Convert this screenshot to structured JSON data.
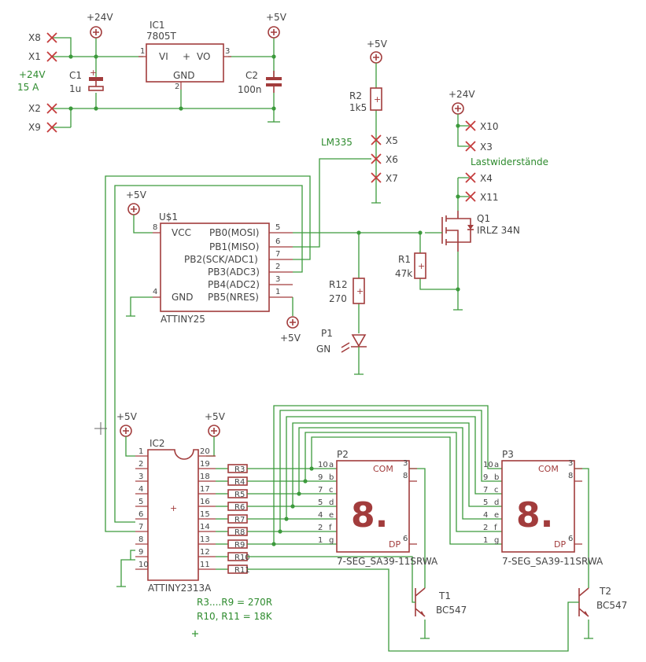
{
  "power": {
    "v24": "+24V",
    "v5": "+5V"
  },
  "supply": {
    "label_v": "+24V",
    "label_a": "15 A"
  },
  "connectors": {
    "x8": "X8",
    "x1": "X1",
    "x2": "X2",
    "x9": "X9",
    "x5": "X5",
    "x6": "X6",
    "x7": "X7",
    "x10": "X10",
    "x3": "X3",
    "x4": "X4",
    "x11": "X11"
  },
  "ic1": {
    "name": "IC1",
    "value": "7805T",
    "vi": "VI",
    "vo": "VO",
    "gnd": "GND",
    "plus": "+",
    "pin1": "1",
    "pin2": "2",
    "pin3": "3"
  },
  "c1": {
    "name": "C1",
    "value": "1u"
  },
  "c2": {
    "name": "C2",
    "value": "100n"
  },
  "r2": {
    "name": "R2",
    "value": "1k5"
  },
  "lm335": "LM335",
  "lastwiderstaende": "Lastwiderstände",
  "q1": {
    "name": "Q1",
    "value": "IRLZ 34N"
  },
  "r1": {
    "name": "R1",
    "value": "47k"
  },
  "r12": {
    "name": "R12",
    "value": "270"
  },
  "p1": {
    "name": "P1",
    "value": "GN"
  },
  "u1": {
    "name": "U$1",
    "part": "ATTINY25",
    "vcc": "VCC",
    "gnd": "GND",
    "pins_right": [
      "PB0(MOSI)",
      "PB1(MISO)",
      "PB2(SCK/ADC1)",
      "PB3(ADC3)",
      "PB4(ADC2)",
      "PB5(NRES)"
    ],
    "pinnums_right": [
      "5",
      "6",
      "7",
      "2",
      "3",
      "1"
    ],
    "pin_vcc": "8",
    "pin_gnd": "4"
  },
  "ic2": {
    "name": "IC2",
    "part": "ATTINY2313A",
    "left_pins": [
      "1",
      "2",
      "3",
      "4",
      "5",
      "6",
      "7",
      "8",
      "9",
      "10"
    ],
    "right_pins": [
      "20",
      "19",
      "18",
      "17",
      "16",
      "15",
      "14",
      "13",
      "12",
      "11"
    ],
    "plus": "+"
  },
  "resistors": [
    "R3",
    "R4",
    "R5",
    "R6",
    "R7",
    "R8",
    "R9",
    "R10",
    "R11"
  ],
  "displays": [
    {
      "name": "P2",
      "part": "7-SEG_SA39-11SRWA",
      "digit": "8.",
      "com": "COM",
      "dp": "DP",
      "pins": [
        "10",
        "9",
        "7",
        "5",
        "4",
        "2",
        "1"
      ],
      "segs": [
        "a",
        "b",
        "c",
        "d",
        "e",
        "f",
        "g"
      ],
      "p3": "3",
      "p8": "8",
      "p6": "6"
    },
    {
      "name": "P3",
      "part": "7-SEG_SA39-11SRWA",
      "digit": "8.",
      "com": "COM",
      "dp": "DP",
      "pins": [
        "10",
        "9",
        "7",
        "5",
        "4",
        "2",
        "1"
      ],
      "segs": [
        "a",
        "b",
        "c",
        "d",
        "e",
        "f",
        "g"
      ],
      "p3": "3",
      "p8": "8",
      "p6": "6"
    }
  ],
  "t1": {
    "name": "T1",
    "value": "BC547"
  },
  "t2": {
    "name": "T2",
    "value": "BC547"
  },
  "notes": {
    "line1": "R3....R9 = 270R",
    "line2": "R10, R11 = 18K"
  }
}
